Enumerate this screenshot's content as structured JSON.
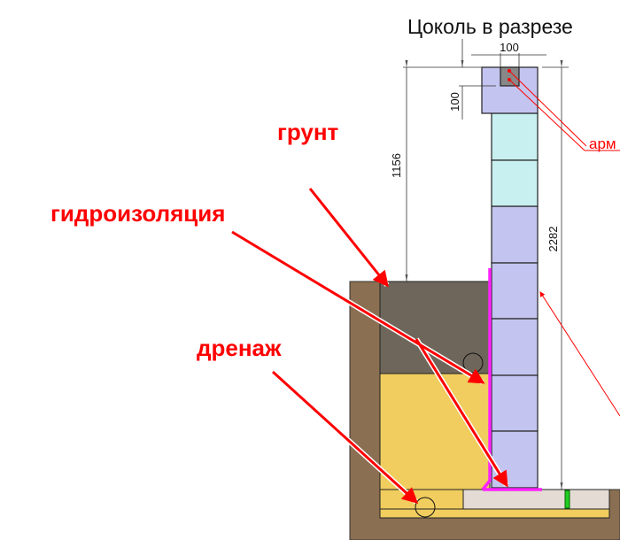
{
  "title": "Цоколь в разрезе",
  "labels": {
    "soil": "грунт",
    "waterproofing": "гидроизоляция",
    "drainage": "дренаж",
    "rebar": "арм"
  },
  "dimensions": {
    "cap_width": "100",
    "cap_depth": "100",
    "soil_height": "1156",
    "total_height": "2282"
  },
  "colors": {
    "ground": "#8b6f52",
    "soil": "#6e665a",
    "sand": "#f0cd5e",
    "block": "#c4c4f0",
    "block_top": "#c8f0f0",
    "waterproofing": "#ff22ff",
    "arrow": "#ff0000",
    "slab": "#e4dcd4"
  }
}
